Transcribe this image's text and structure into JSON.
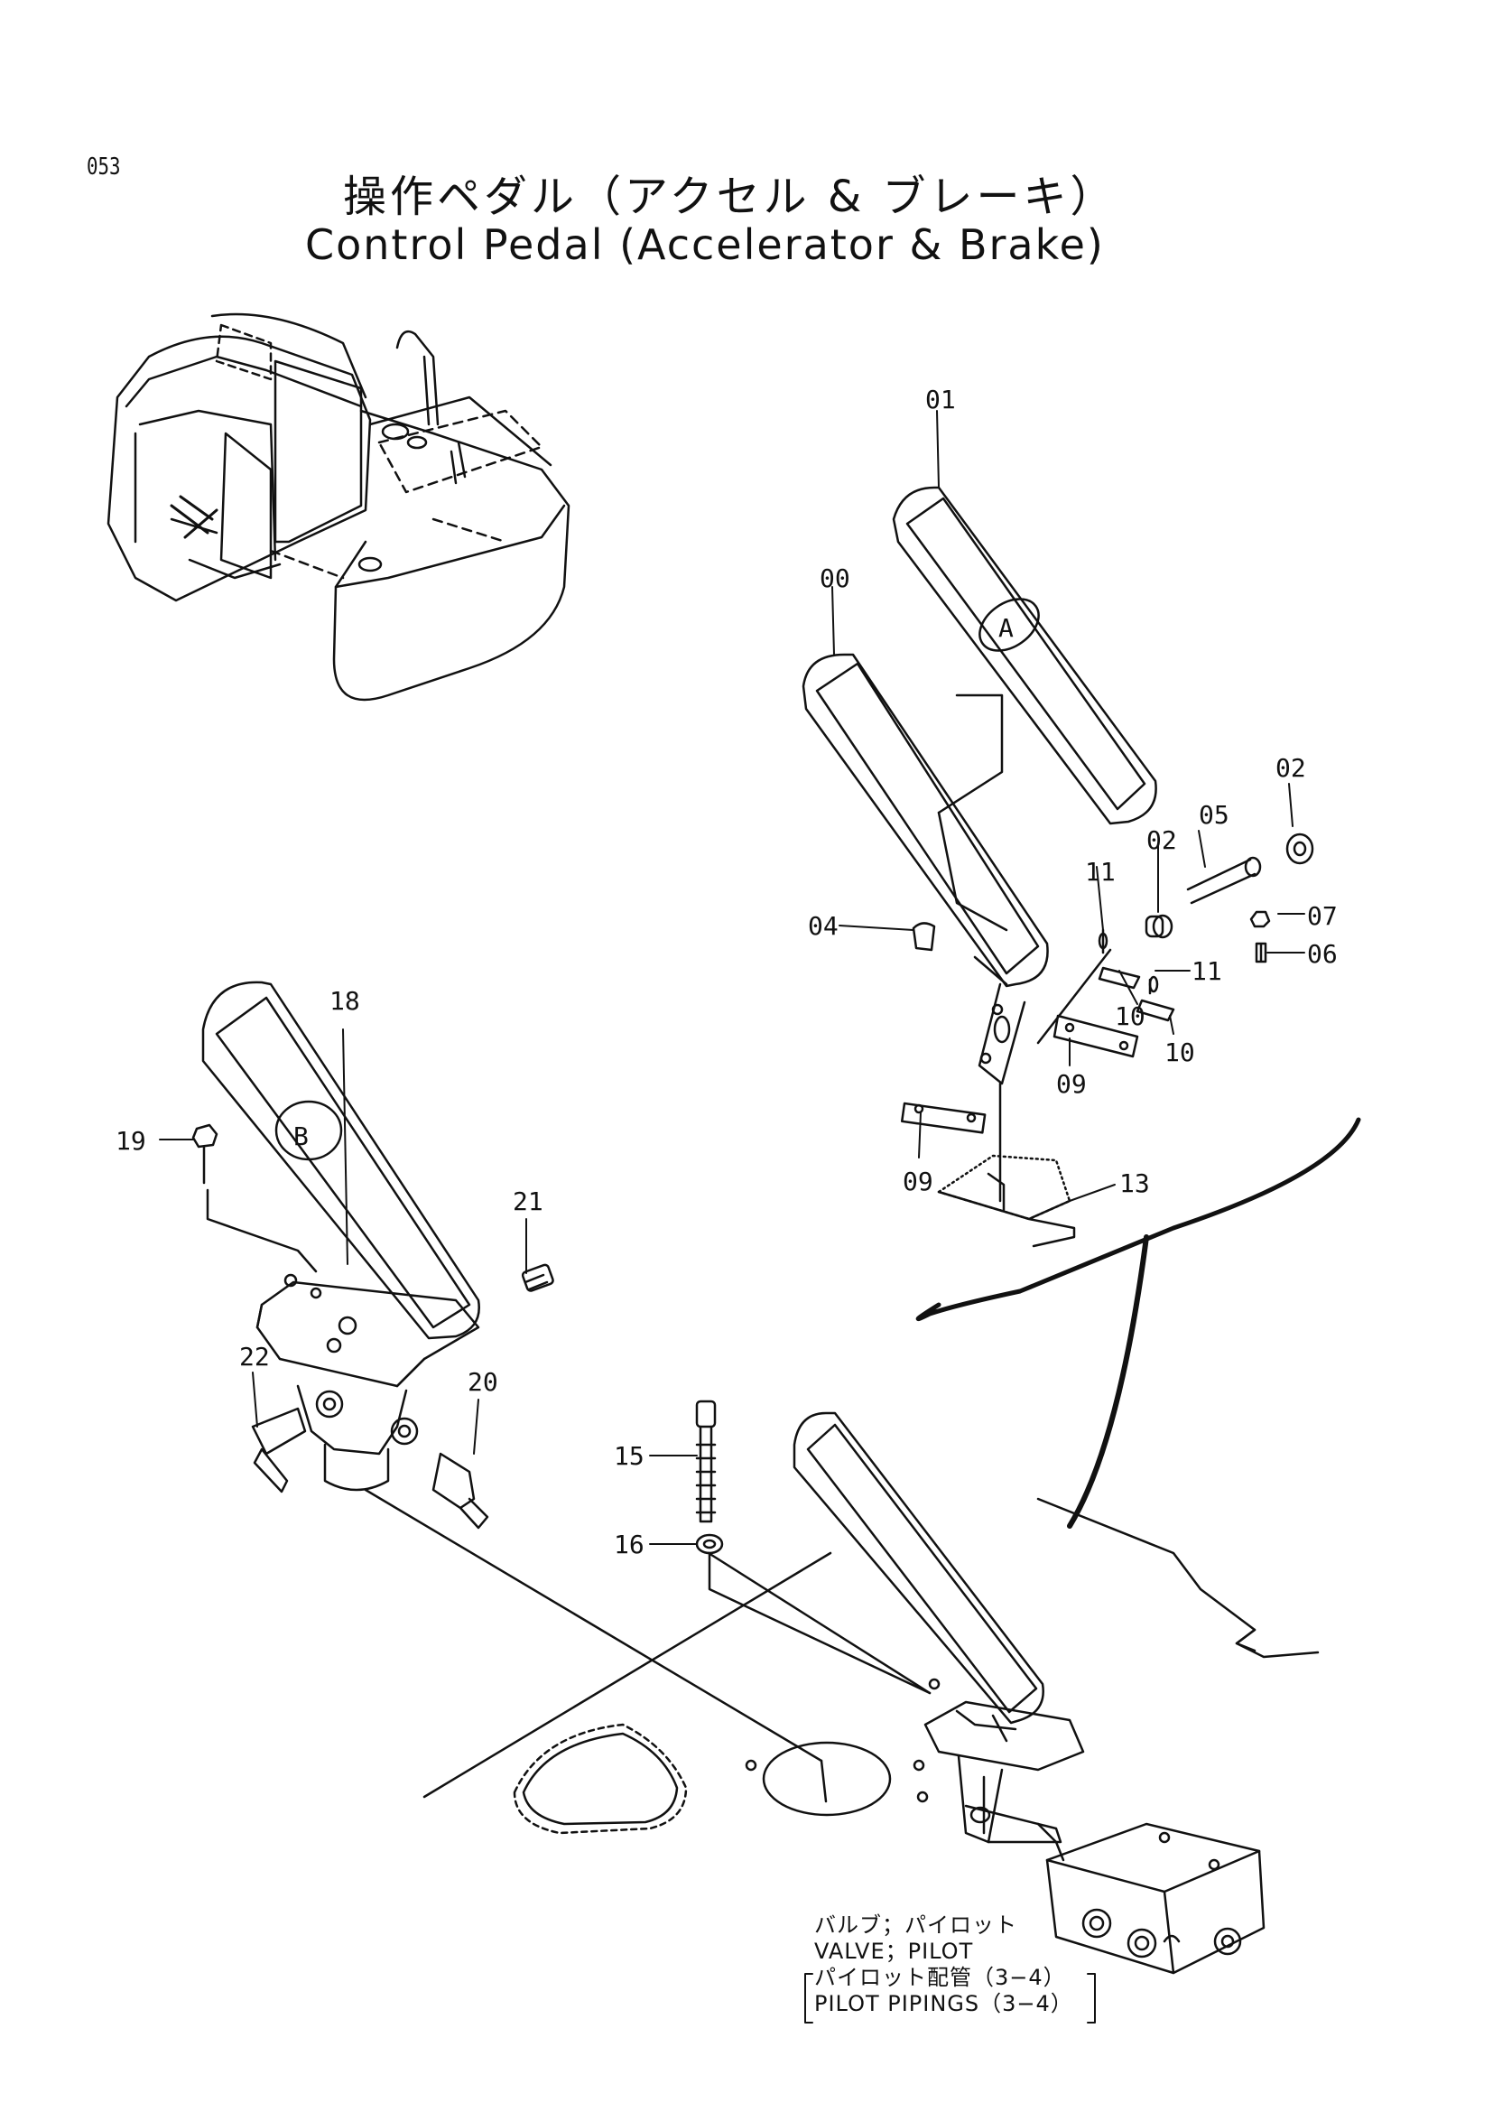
{
  "page_number": "053",
  "title_jp": "操作ペダル（アクセル & ブレーキ）",
  "title_en": "Control Pedal (Accelerator & Brake)",
  "pedal_marks": {
    "accelerator": "A",
    "brake": "B"
  },
  "callouts": {
    "p00": "00",
    "p01": "01",
    "p02a": "02",
    "p02b": "02",
    "p04": "04",
    "p05": "05",
    "p06": "06",
    "p07": "07",
    "p09a": "09",
    "p09b": "09",
    "p10a": "10",
    "p10b": "10",
    "p11a": "11",
    "p11b": "11",
    "p13": "13",
    "p15": "15",
    "p16": "16",
    "p18": "18",
    "p19": "19",
    "p20": "20",
    "p21": "21",
    "p22": "22"
  },
  "valve_note": {
    "line1": "バルブ；パイロット",
    "line2": "VALVE；PILOT",
    "line3": "パイロット配管（3−4）",
    "line4": "PILOT PIPINGS（3−4）"
  }
}
